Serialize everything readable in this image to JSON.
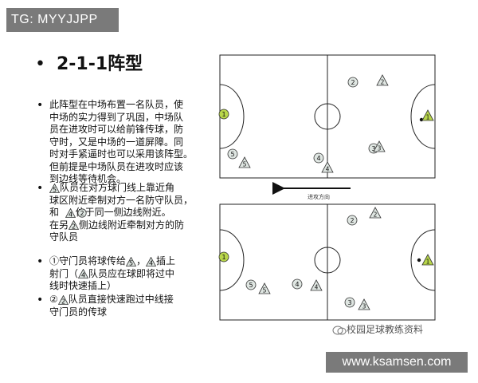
{
  "watermark_top": "TG: MYYJJPP",
  "title": "2-1-1阵型",
  "paragraphs": {
    "p1": [
      "此阵型在中场布置一名队员，使",
      "中场的实力得到了巩固，中场队",
      "员在进攻时可以给前锋传球，防",
      "守时，又是中场的一道屏障。同",
      "时对手紧逼时也可以采用该阵型。",
      "但前提是中场队员在进攻时应该",
      "到边线等待机会。"
    ],
    "p2": {
      "line1": "队员在对方球门线上靠近角",
      "line2": "球区附近牵制对方一名防守队员，",
      "line3a": "和",
      "line3b": "位于同一侧边线附近。",
      "line4a": "在另",
      "line4b": "侧边线附近牵制对方的防",
      "line5": "守队员"
    },
    "p3": {
      "a": "①守门员将球传给",
      "b": "，",
      "c": "插上",
      "d": "射门（",
      "e": "队员应在球即将过中",
      "f": "线时快速插上）"
    },
    "p4": {
      "a": "②",
      "b": "队员直接快速跑过中线接",
      "c": "守门员的传球"
    }
  },
  "inline_markers": [
    "5",
    "4",
    "2",
    "2",
    "5",
    "4",
    "4",
    "2"
  ],
  "diagram": {
    "direction_label": "进攻方向",
    "top_field": {
      "circles": [
        "1",
        "2",
        "3",
        "4",
        "5"
      ],
      "triangles": [
        "1",
        "2",
        "3",
        "4",
        "5"
      ]
    },
    "bottom_field": {
      "circles": [
        "1",
        "2",
        "3",
        "4",
        "5"
      ],
      "triangles": [
        "1",
        "2",
        "3",
        "4",
        "5"
      ]
    },
    "goalkeeper_color": "#b8d64a",
    "marker_color": "#dfe6e2"
  },
  "brand_label": "校园足球教练资料",
  "watermark_bottom": "www.ksamsen.com"
}
